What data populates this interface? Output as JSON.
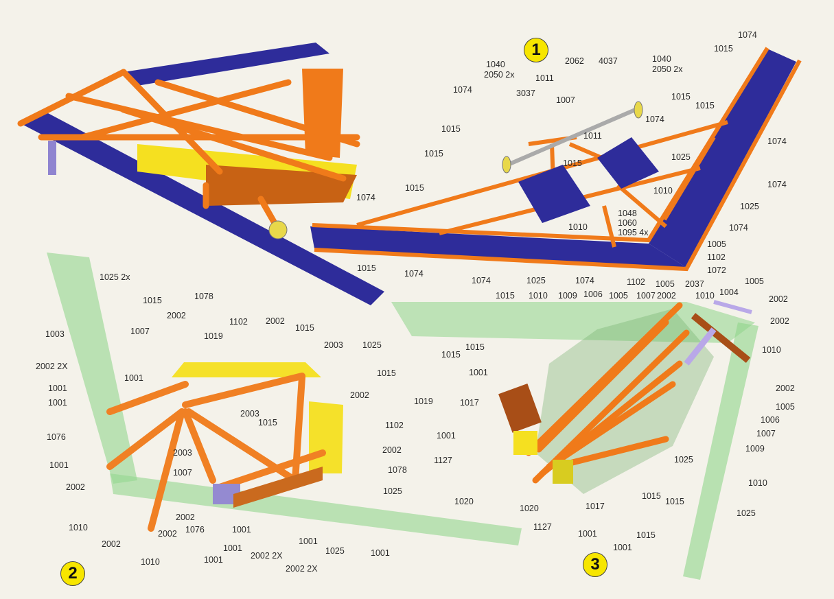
{
  "steps": [
    {
      "number": "1",
      "labels": [
        "1074",
        "1015",
        "1040",
        "2050 2x",
        "1040",
        "2050 2x",
        "2062",
        "4037",
        "1011",
        "3037",
        "1007",
        "1074",
        "1015",
        "1015",
        "1074",
        "1011",
        "1015",
        "1015",
        "1074",
        "1015",
        "1025",
        "1074",
        "1015",
        "1074",
        "1010",
        "1025",
        "1048",
        "1060",
        "1095 4x",
        "1010",
        "1074",
        "1005",
        "1015",
        "1102",
        "1072",
        "1074",
        "1074",
        "1025",
        "1074",
        "1102",
        "1005",
        "2037"
      ]
    },
    {
      "number": "2",
      "labels": [
        "1025 2x",
        "1015",
        "1078",
        "2002",
        "1102",
        "2002",
        "1015",
        "1007",
        "1019",
        "1003",
        "2003",
        "1025",
        "2002 2X",
        "1001",
        "1015",
        "1001",
        "1001",
        "2002",
        "1019",
        "2003",
        "1015",
        "1102",
        "1076",
        "2003",
        "2002",
        "1001",
        "1007",
        "1078",
        "2002",
        "1025",
        "2002",
        "1010",
        "1076",
        "2002",
        "1001",
        "1001",
        "2002",
        "1001",
        "1025",
        "1001",
        "2002 2X",
        "1010",
        "1001",
        "2002 2X"
      ]
    },
    {
      "number": "3",
      "labels": [
        "1015",
        "1010",
        "1009",
        "1006",
        "1005",
        "1007",
        "2002",
        "1010",
        "1004",
        "1005",
        "2002",
        "2002",
        "1015",
        "1015",
        "1010",
        "1001",
        "2002",
        "1017",
        "1005",
        "1006",
        "1001",
        "1007",
        "1127",
        "1009",
        "1025",
        "1010",
        "1020",
        "1015",
        "1020",
        "1015",
        "1017",
        "1025",
        "1127",
        "1001",
        "1015",
        "1001"
      ]
    }
  ],
  "colors": {
    "blue": "#2e2c9a",
    "orange": "#f07a1a",
    "yellow": "#f5e020",
    "green": "#8fd68a",
    "lilac": "#b9a8e8",
    "badge": "#f7e600"
  }
}
